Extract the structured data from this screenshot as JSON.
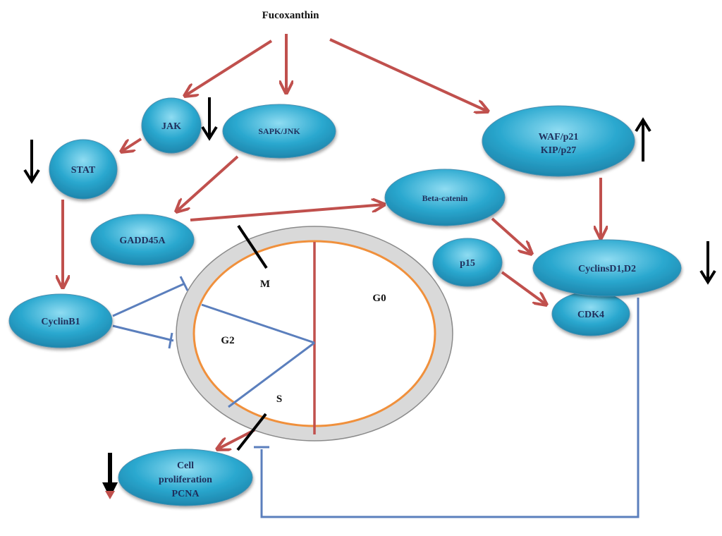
{
  "title": "Fucoxanthin",
  "nodes": {
    "jak": "JAK",
    "stat": "STAT",
    "sapk": "SAPK/JNK",
    "waf_line1": "WAF/p21",
    "waf_line2": "KIP/p27",
    "gadd": "GADD45A",
    "beta": "Beta-catenin",
    "p15": "p15",
    "cyclins": "CyclinsD1,D2",
    "cyclinb1": "CyclinB1",
    "cdk4": "CDK4",
    "prolif_line1": "Cell",
    "prolif_line2": "proliferation",
    "prolif_line3": "PCNA"
  },
  "cell_cycle": {
    "m": "M",
    "g0": "G0",
    "g2": "G2",
    "s": "S"
  },
  "colors": {
    "node_fill": "#2aa8cf",
    "activation_arrow": "#c0504d",
    "inhibition_line": "#5b7fbd",
    "ring_outer": "#d9d9d9",
    "ring_inner": "#f0903c",
    "divider": "#c0504d"
  },
  "indicators": {
    "jak": "down",
    "stat": "down",
    "waf": "up",
    "cyclins": "down",
    "proliferation": "down"
  }
}
